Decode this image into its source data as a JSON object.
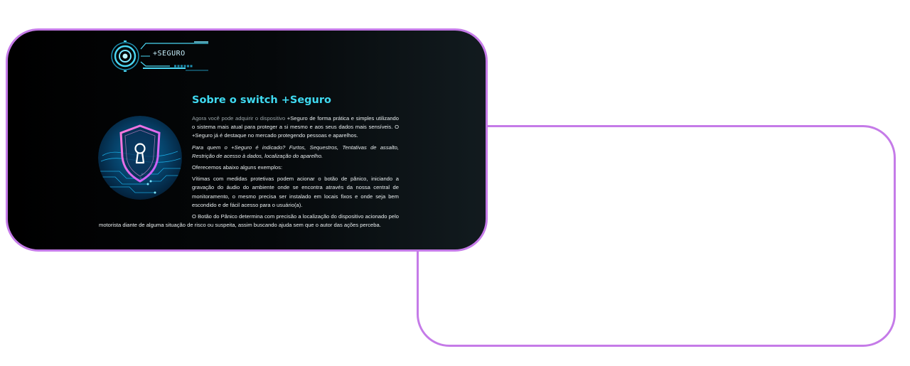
{
  "logo": {
    "text": "+SEGURO"
  },
  "about": {
    "title": "Sobre o switch +Seguro",
    "p1_lead": "Agora você pode adquirir o dispositivo",
    "p1_rest": " +Seguro de forma prática e simples utilizando o sistema mais atual para proteger a si mesmo e aos seus dados mais sensíveis. O +Seguro já é destaque no mercado protegendo pessoas e aparelhos.",
    "p2": "Para quem o +Seguro é indicado? Furtos, Sequestros, Tentativas de assalto, Restrição de acesso à dados, localização do aparelho.",
    "p3": "Oferecemos abaixo alguns exemplos:",
    "p4": "Vítimas com medidas protetivas podem acionar o botão de pânico, iniciando a gravação do áudio do ambiente onde se encontra através da nossa central de monitoramento, o mesmo precisa ser instalado em locais fixos e onde seja bem escondido e de fácil acesso para o usuário(a).",
    "p5": "O Botão do Pânico determina com precisão a localização do dispositivo acionado pelo motorista diante de alguma situação de risco ou suspeita, assim buscando ajuda sem que o autor das ações perceba."
  },
  "colors": {
    "card_border": "#c57be8",
    "accent_cyan": "#3fd9f0",
    "shield_pink": "#ff5fd2"
  },
  "icons": {
    "logo": "tech-target-icon",
    "illustration": "shield-keyhole-icon"
  }
}
